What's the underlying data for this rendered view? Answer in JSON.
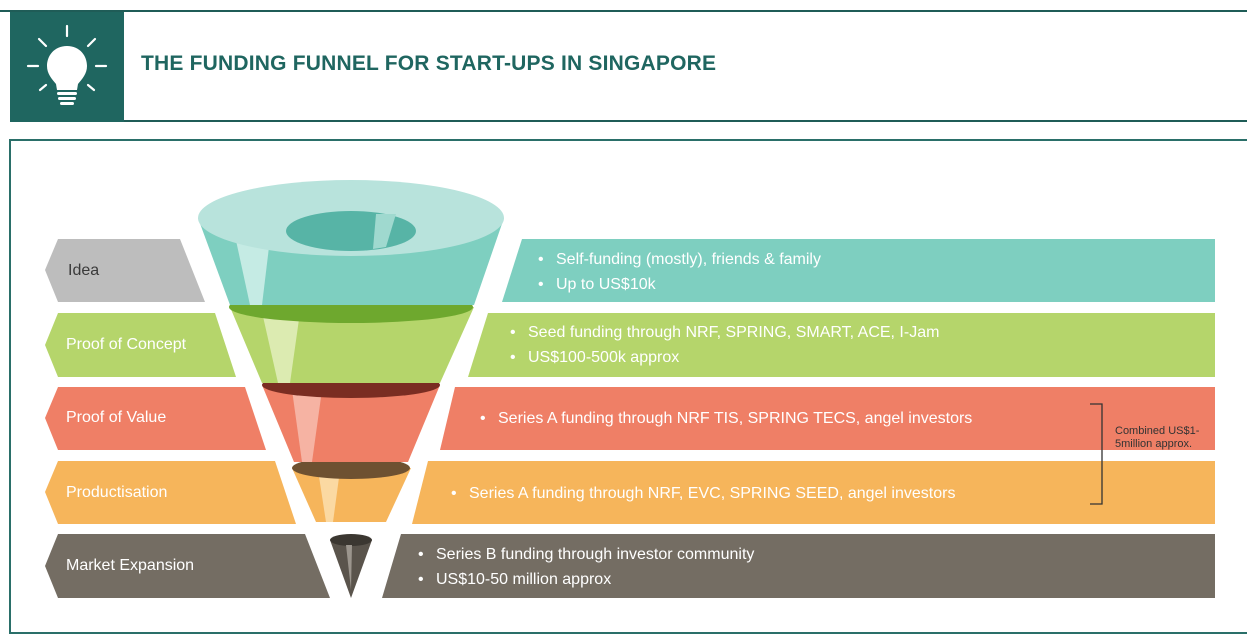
{
  "header": {
    "title": "THE FUNDING FUNNEL FOR START-UPS IN SINGAPORE",
    "icon": "lightbulb-icon"
  },
  "stages": [
    {
      "label": "Idea",
      "color": "#7ecfc0",
      "tag_color": "#bdbdbd",
      "bullets": [
        "Self-funding (mostly), friends & family",
        "Up to US$10k"
      ]
    },
    {
      "label": "Proof of Concept",
      "color": "#b5d56b",
      "tag_color": "#b5d56b",
      "bullets": [
        "Seed funding through NRF, SPRING, SMART, ACE, I-Jam",
        "US$100-500k approx"
      ]
    },
    {
      "label": "Proof of Value",
      "color": "#ef7f66",
      "tag_color": "#ef7f66",
      "bullets": [
        "Series A funding through NRF TIS, SPRING TECS, angel investors"
      ]
    },
    {
      "label": "Productisation",
      "color": "#f6b55b",
      "tag_color": "#f6b55b",
      "bullets": [
        "Series A funding through NRF, EVC, SPRING SEED, angel investors"
      ]
    },
    {
      "label": "Market Expansion",
      "color": "#746d63",
      "tag_color": "#746d63",
      "bullets": [
        "Series B funding through investor community",
        "US$10-50 million approx"
      ]
    }
  ],
  "combined_note": "Combined US$1-5million approx."
}
